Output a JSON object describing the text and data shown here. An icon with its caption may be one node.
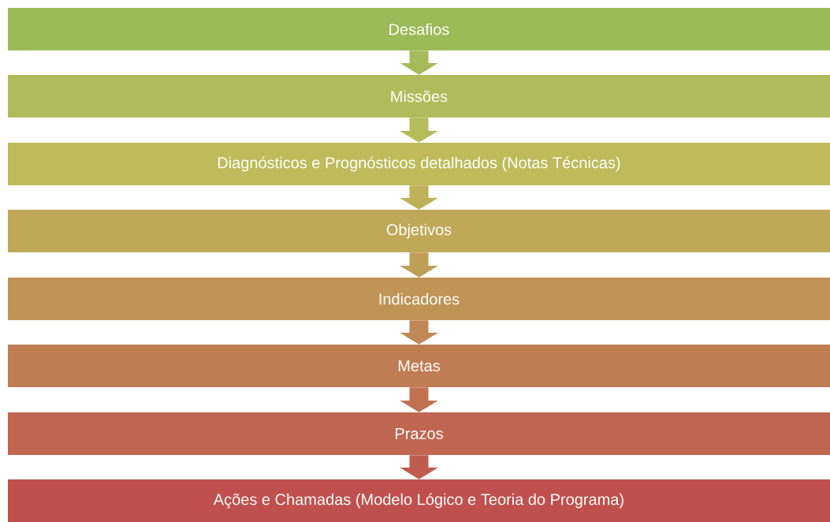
{
  "diagram": {
    "nodes": [
      {
        "text": [
          "Desafios"
        ]
      },
      {
        "text": [
          "Missões"
        ]
      },
      {
        "text": [
          "Diagnósticos e Prognósticos detalhados (Notas Técnicas)"
        ]
      },
      {
        "text": [
          "Objetivos"
        ]
      },
      {
        "text": [
          "Indicadores"
        ]
      },
      {
        "text": [
          "Metas"
        ]
      },
      {
        "text": [
          "Prazos"
        ]
      },
      {
        "text": [
          "Ações e Chamadas (Modelo Lógico e Teoria do Programa)"
        ]
      }
    ],
    "edges": [
      {
        "from": 0,
        "to": 1,
        "arrow": "to",
        "color": "#a5bb5a"
      },
      {
        "from": 1,
        "to": 2,
        "arrow": "to",
        "color": "#b6bc5b"
      },
      {
        "from": 2,
        "to": 3,
        "arrow": "to",
        "color": "#beb158"
      },
      {
        "from": 3,
        "to": 4,
        "arrow": "to",
        "color": "#bf9e56"
      },
      {
        "from": 4,
        "to": 5,
        "arrow": "to",
        "color": "#c08854"
      },
      {
        "from": 5,
        "to": 6,
        "arrow": "to",
        "color": "#c07152"
      },
      {
        "from": 6,
        "to": 7,
        "arrow": "to",
        "color": "#c05b4f"
      }
    ]
  }
}
